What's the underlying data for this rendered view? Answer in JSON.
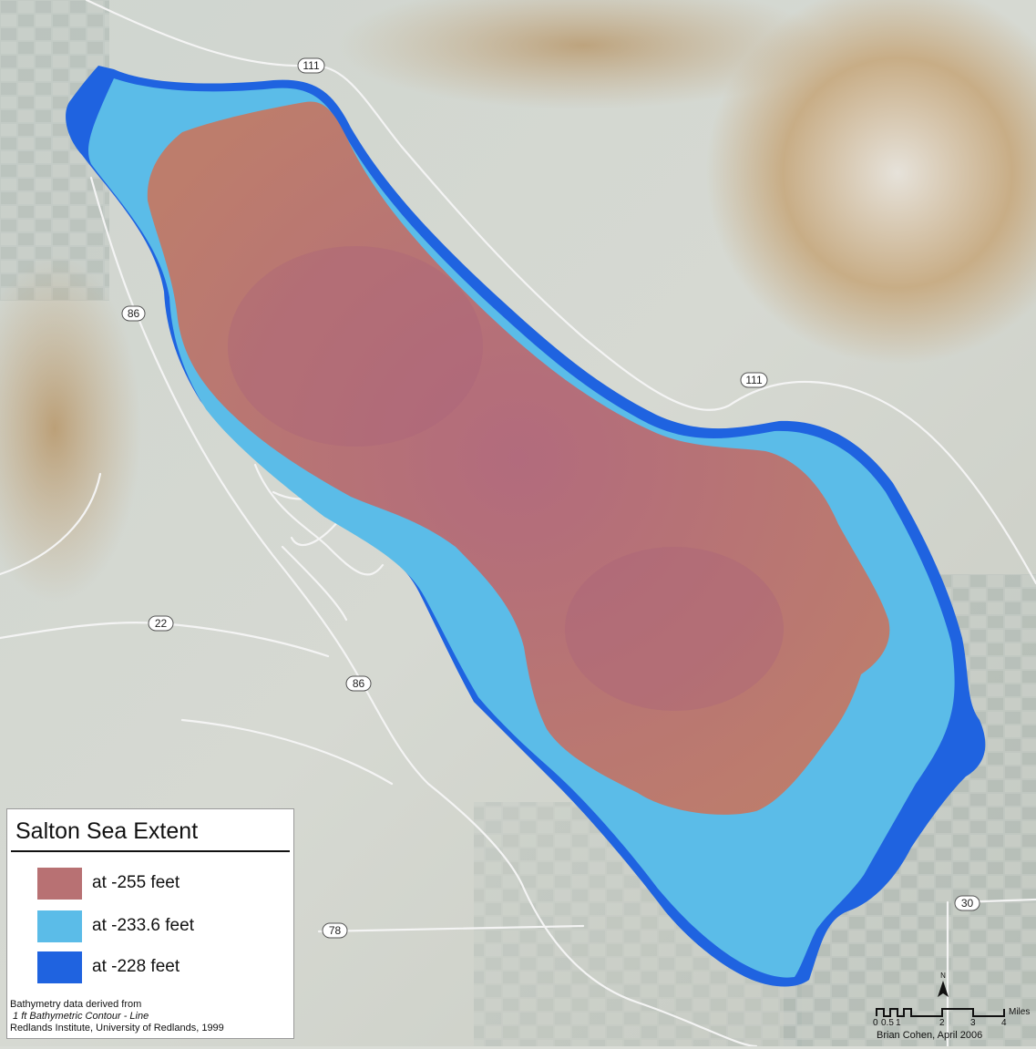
{
  "map": {
    "colors": {
      "terrain": "#d7dad3",
      "mountains": "#c9b592",
      "depth_255": "#b87173",
      "depth_233_6": "#5bbce8",
      "depth_228": "#1f63e0",
      "roads": "#f2f2f2"
    },
    "highway_shields": [
      {
        "label": "111"
      },
      {
        "label": "86"
      },
      {
        "label": "111"
      },
      {
        "label": "22"
      },
      {
        "label": "86"
      },
      {
        "label": "78"
      },
      {
        "label": "30"
      }
    ]
  },
  "legend": {
    "title": "Salton Sea Extent",
    "items": [
      {
        "label": "at -255 feet",
        "color": "#b87173"
      },
      {
        "label": "at -233.6 feet",
        "color": "#5bbce8"
      },
      {
        "label": "at -228 feet",
        "color": "#1f63e0"
      }
    ],
    "credit": {
      "line1": "Bathymetry data derived from",
      "line2": " 1 ft Bathymetric Contour - Line",
      "line3": "Redlands Institute, University of Redlands, 1999"
    }
  },
  "scale": {
    "north": "N",
    "units": "Miles",
    "ticks": [
      "0",
      "0.5",
      "1",
      "2",
      "3",
      "4"
    ],
    "author": "Brian Cohen, April 2006"
  }
}
